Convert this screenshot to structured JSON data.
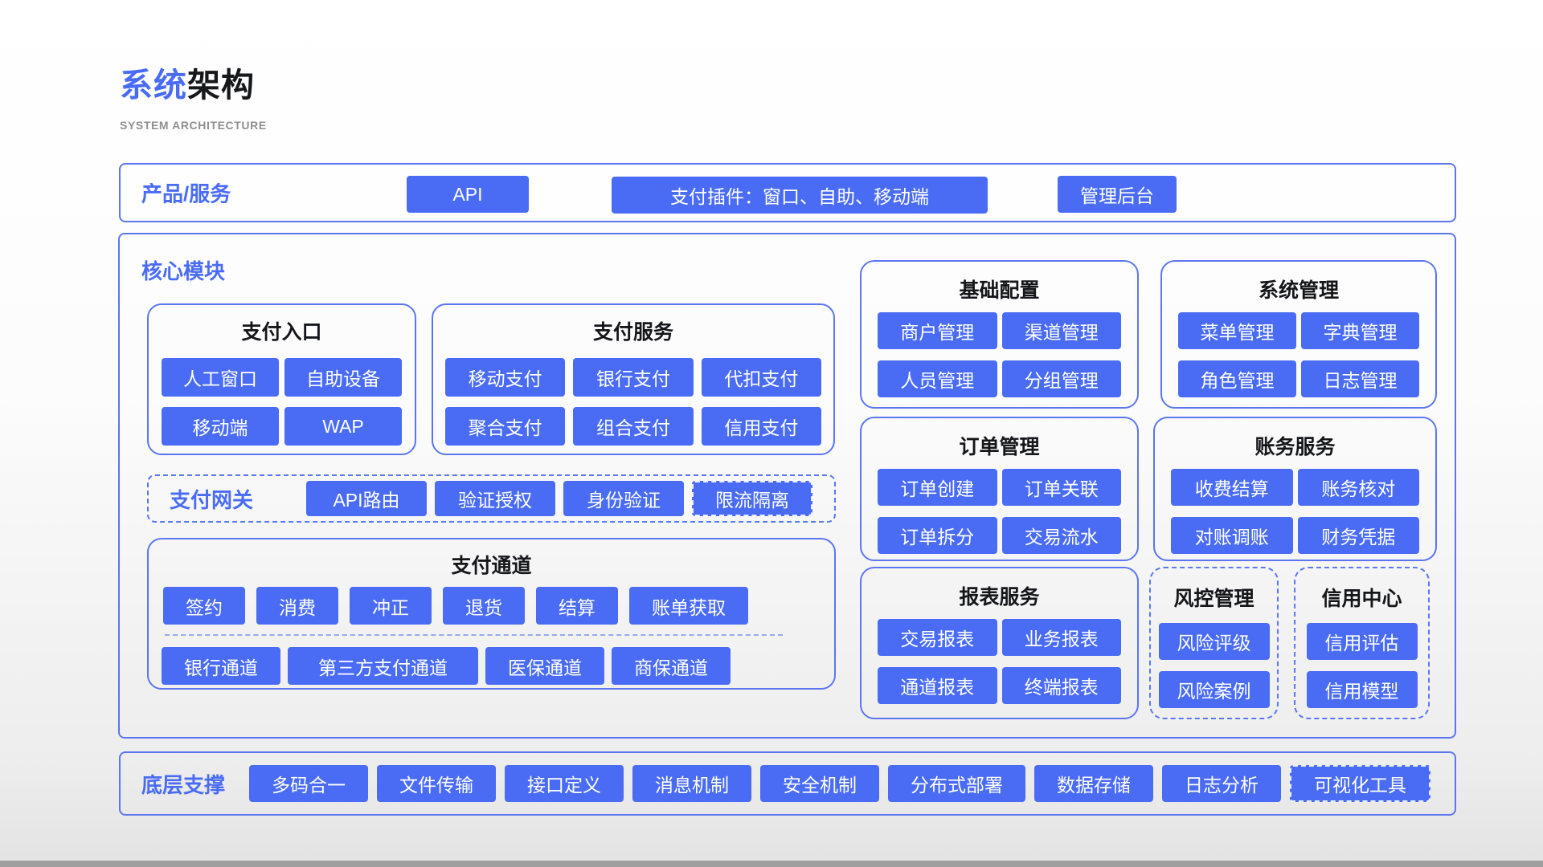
{
  "title": {
    "highlight": "系统",
    "rest": "架构",
    "subtitle": "SYSTEM ARCHITECTURE"
  },
  "colors": {
    "accent": "#4a6cf5",
    "box_border": "#5b76f0",
    "title_dark": "#17181c"
  },
  "products": {
    "label": "产品/服务",
    "api": "API",
    "plugin": "支付插件：窗口、自助、移动端",
    "admin": "管理后台"
  },
  "core": {
    "label": "核心模块",
    "entry": {
      "title": "支付入口",
      "items": [
        "人工窗口",
        "自助设备",
        "移动端",
        "WAP"
      ]
    },
    "service": {
      "title": "支付服务",
      "items": [
        "移动支付",
        "银行支付",
        "代扣支付",
        "聚合支付",
        "组合支付",
        "信用支付"
      ]
    },
    "gateway": {
      "label": "支付网关",
      "items": [
        "API路由",
        "验证授权",
        "身份验证",
        "限流隔离"
      ]
    },
    "channel": {
      "title": "支付通道",
      "row1": [
        "签约",
        "消费",
        "冲正",
        "退货",
        "结算",
        "账单获取"
      ],
      "row2": [
        "银行通道",
        "第三方支付通道",
        "医保通道",
        "商保通道"
      ]
    },
    "basic": {
      "title": "基础配置",
      "items": [
        "商户管理",
        "渠道管理",
        "人员管理",
        "分组管理"
      ]
    },
    "system": {
      "title": "系统管理",
      "items": [
        "菜单管理",
        "字典管理",
        "角色管理",
        "日志管理"
      ]
    },
    "order": {
      "title": "订单管理",
      "items": [
        "订单创建",
        "订单关联",
        "订单拆分",
        "交易流水"
      ]
    },
    "accounting": {
      "title": "账务服务",
      "items": [
        "收费结算",
        "账务核对",
        "对账调账",
        "财务凭据"
      ]
    },
    "report": {
      "title": "报表服务",
      "items": [
        "交易报表",
        "业务报表",
        "通道报表",
        "终端报表"
      ]
    },
    "risk": {
      "title": "风控管理",
      "items": [
        "风险评级",
        "风险案例"
      ]
    },
    "credit": {
      "title": "信用中心",
      "items": [
        "信用评估",
        "信用模型"
      ]
    }
  },
  "foundation": {
    "label": "底层支撑",
    "items": [
      "多码合一",
      "文件传输",
      "接口定义",
      "消息机制",
      "安全机制",
      "分布式部署",
      "数据存储",
      "日志分析",
      "可视化工具"
    ]
  }
}
